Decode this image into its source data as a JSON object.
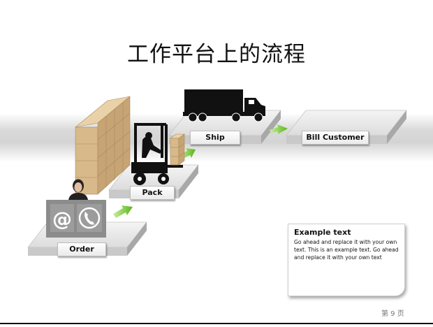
{
  "title": "工作平台上的流程",
  "steps": [
    {
      "label": "Order"
    },
    {
      "label": "Pack"
    },
    {
      "label": "Ship"
    },
    {
      "label": "Bill Customer"
    }
  ],
  "icons": {
    "contact": [
      "at-sign-icon",
      "phone-icon"
    ],
    "person": "operator-person-icon",
    "boxes": "stacked-boxes-icon",
    "forklift": "forklift-icon",
    "truck": "truck-icon",
    "arrow": "green-arrow-icon"
  },
  "colors": {
    "platform_top": "#e6e6e6",
    "platform_side": "#a8a8a8",
    "arrow": "#7ccf2c",
    "box": "#d8b98a",
    "contact_panel": "#8c8c8c"
  },
  "note": {
    "heading": "Example text",
    "body": "Go ahead and replace it with your own text. This is an example text. Go ahead and replace it with your own text"
  },
  "footer": {
    "page": "第 9 页"
  }
}
